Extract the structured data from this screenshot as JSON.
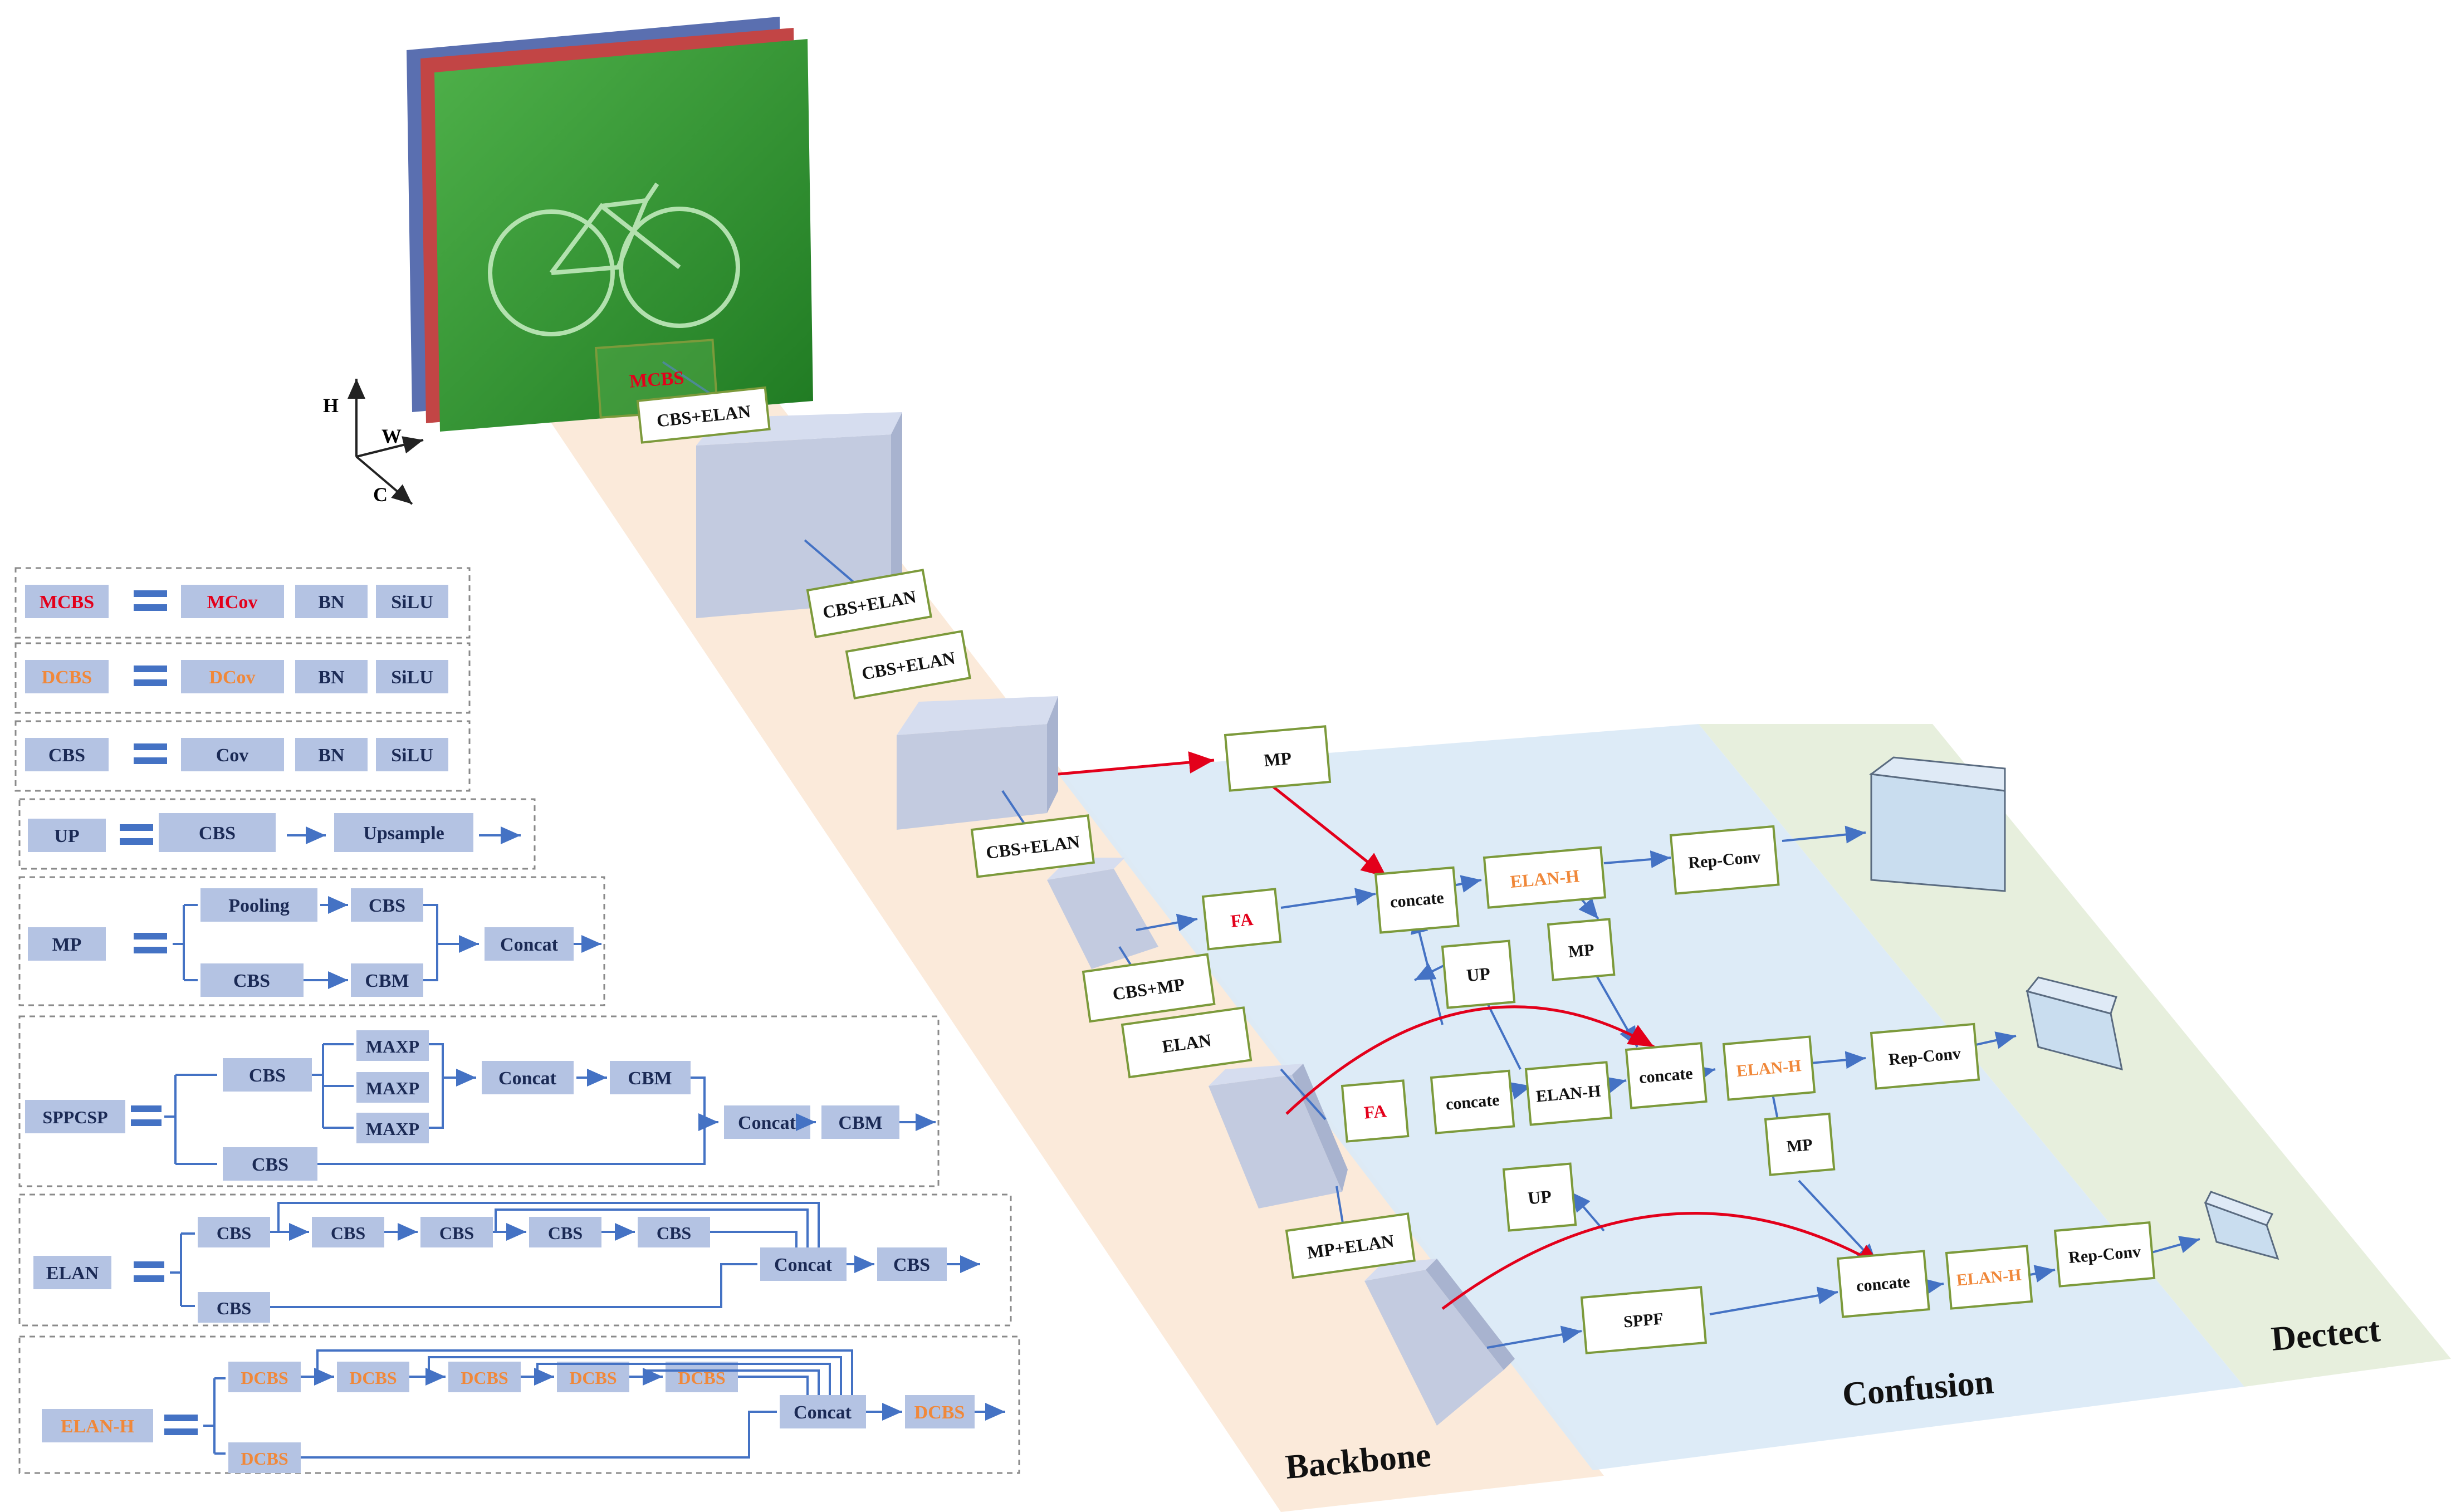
{
  "axes": {
    "h": "H",
    "w": "W",
    "c": "C"
  },
  "regions": {
    "backbone": "Backbone",
    "confusion": "Confusion",
    "detect": "Dectect"
  },
  "colors": {
    "red": "#e3001b",
    "orange": "#f0883a",
    "box": "#b4c3e3",
    "arrow": "#4472c4",
    "greenBorder": "#7c9a3b",
    "dashed": "#8a8a8a"
  },
  "main": {
    "mcbs": "MCBS",
    "cbs_elan": "CBS+ELAN",
    "mp": "MP",
    "fa": "FA",
    "concat": "concate",
    "elan_h": "ELAN-H",
    "rep_conv": "Rep-Conv",
    "up": "UP",
    "cbs_mp": "CBS+MP",
    "elan": "ELAN",
    "mp_elan": "MP+ELAN",
    "sppf": "SPPF"
  },
  "legend": {
    "mcbs_row": [
      "MCBS",
      "MCov",
      "BN",
      "SiLU"
    ],
    "dcbs_row": [
      "DCBS",
      "DCov",
      "BN",
      "SiLU"
    ],
    "cbs_row": [
      "CBS",
      "Cov",
      "BN",
      "SiLU"
    ],
    "up_row": [
      "UP",
      "CBS",
      "Upsample"
    ],
    "mp_row": [
      "MP",
      "Pooling",
      "CBS",
      "CBS",
      "CBM",
      "Concat"
    ],
    "spp_row": [
      "SPPCSP",
      "CBS",
      "MAXP",
      "MAXP",
      "MAXP",
      "Concat",
      "CBM",
      "CBS",
      "Concat",
      "CBM"
    ],
    "elan_row": [
      "ELAN",
      "CBS",
      "CBS",
      "CBS",
      "CBS",
      "CBS",
      "CBS",
      "Concat",
      "CBS"
    ],
    "elanh_row": [
      "ELAN-H",
      "DCBS",
      "DCBS",
      "DCBS",
      "DCBS",
      "DCBS",
      "DCBS",
      "Concat",
      "DCBS"
    ]
  }
}
